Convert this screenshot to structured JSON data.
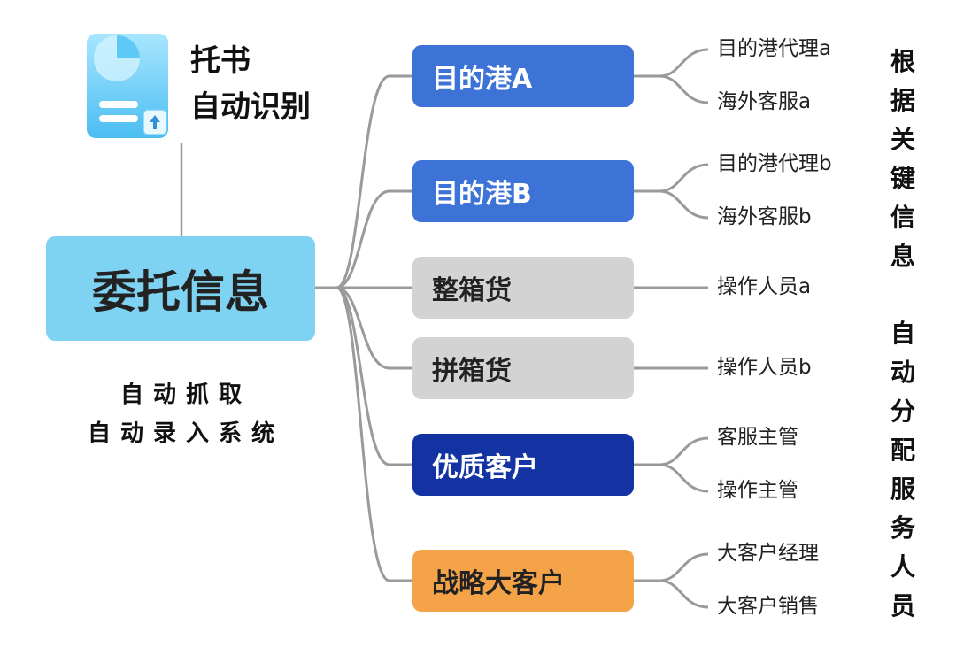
{
  "title": {
    "line1": "托书",
    "line2": "自动识别"
  },
  "root": {
    "label": "委托信息"
  },
  "caption": {
    "line1": "自动抓取",
    "line2": "自动录入系统"
  },
  "branches": [
    {
      "label": "目的港A",
      "color": "#3d73d6",
      "leaves": [
        "目的港代理a",
        "海外客服a"
      ]
    },
    {
      "label": "目的港B",
      "color": "#3d73d6",
      "leaves": [
        "目的港代理b",
        "海外客服b"
      ]
    },
    {
      "label": "整箱货",
      "color": "#d3d3d3",
      "leaves": [
        "操作人员a"
      ]
    },
    {
      "label": "拼箱货",
      "color": "#d3d3d3",
      "leaves": [
        "操作人员b"
      ]
    },
    {
      "label": "优质客户",
      "color": "#1433a3",
      "leaves": [
        "客服主管",
        "操作主管"
      ]
    },
    {
      "label": "战略大客户",
      "color": "#f4a349",
      "leaves": [
        "大客户经理",
        "大客户销售"
      ]
    }
  ],
  "side_text": {
    "top": "根据关键信息",
    "bottom": "自动分配服务人员"
  },
  "icons": {
    "document": "document-upload-icon"
  },
  "colors": {
    "root": "#7fd3f2",
    "line": "#9a9a9a"
  }
}
